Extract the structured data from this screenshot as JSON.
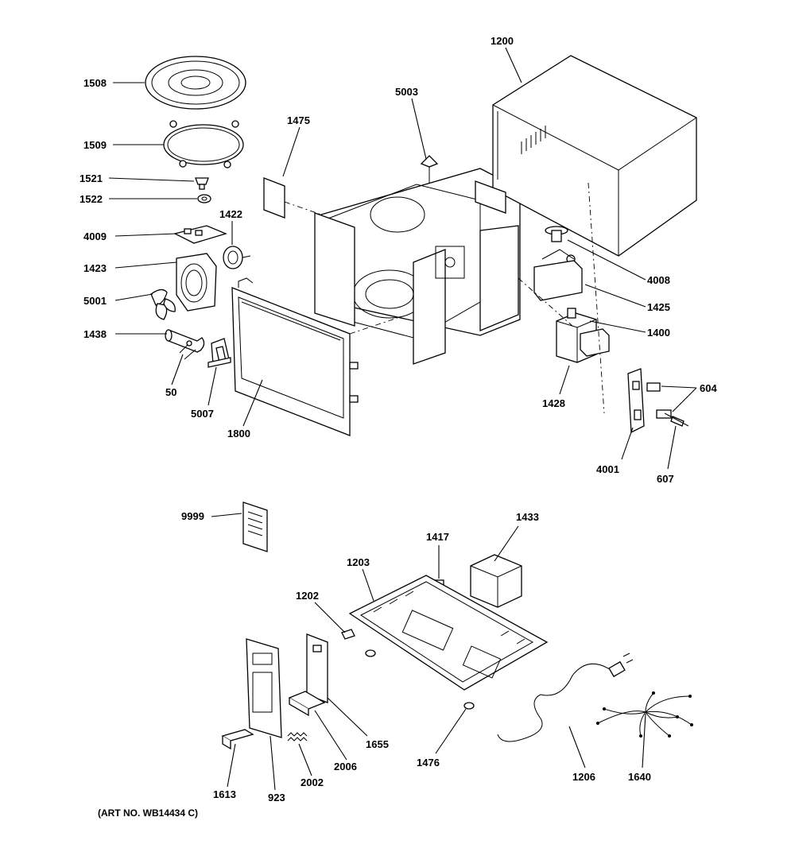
{
  "labels": {
    "l1508": "1508",
    "l1509": "1509",
    "l1521": "1521",
    "l1522": "1522",
    "l4009": "4009",
    "l1423": "1423",
    "l5001": "5001",
    "l1438": "1438",
    "l50": "50",
    "l5007": "5007",
    "l1800": "1800",
    "l1422": "1422",
    "l1475": "1475",
    "l5003": "5003",
    "l1200": "1200",
    "l4008": "4008",
    "l1425": "1425",
    "l1400": "1400",
    "l604": "604",
    "l1428": "1428",
    "l4001": "4001",
    "l607": "607",
    "l9999": "9999",
    "l1417": "1417",
    "l1433": "1433",
    "l1203": "1203",
    "l1202": "1202",
    "l1655": "1655",
    "l2006": "2006",
    "l2002": "2002",
    "l923": "923",
    "l1613": "1613",
    "l1476": "1476",
    "l1206": "1206",
    "l1640": "1640"
  },
  "footer": {
    "art_no": "(ART NO. WB14434 C)"
  }
}
